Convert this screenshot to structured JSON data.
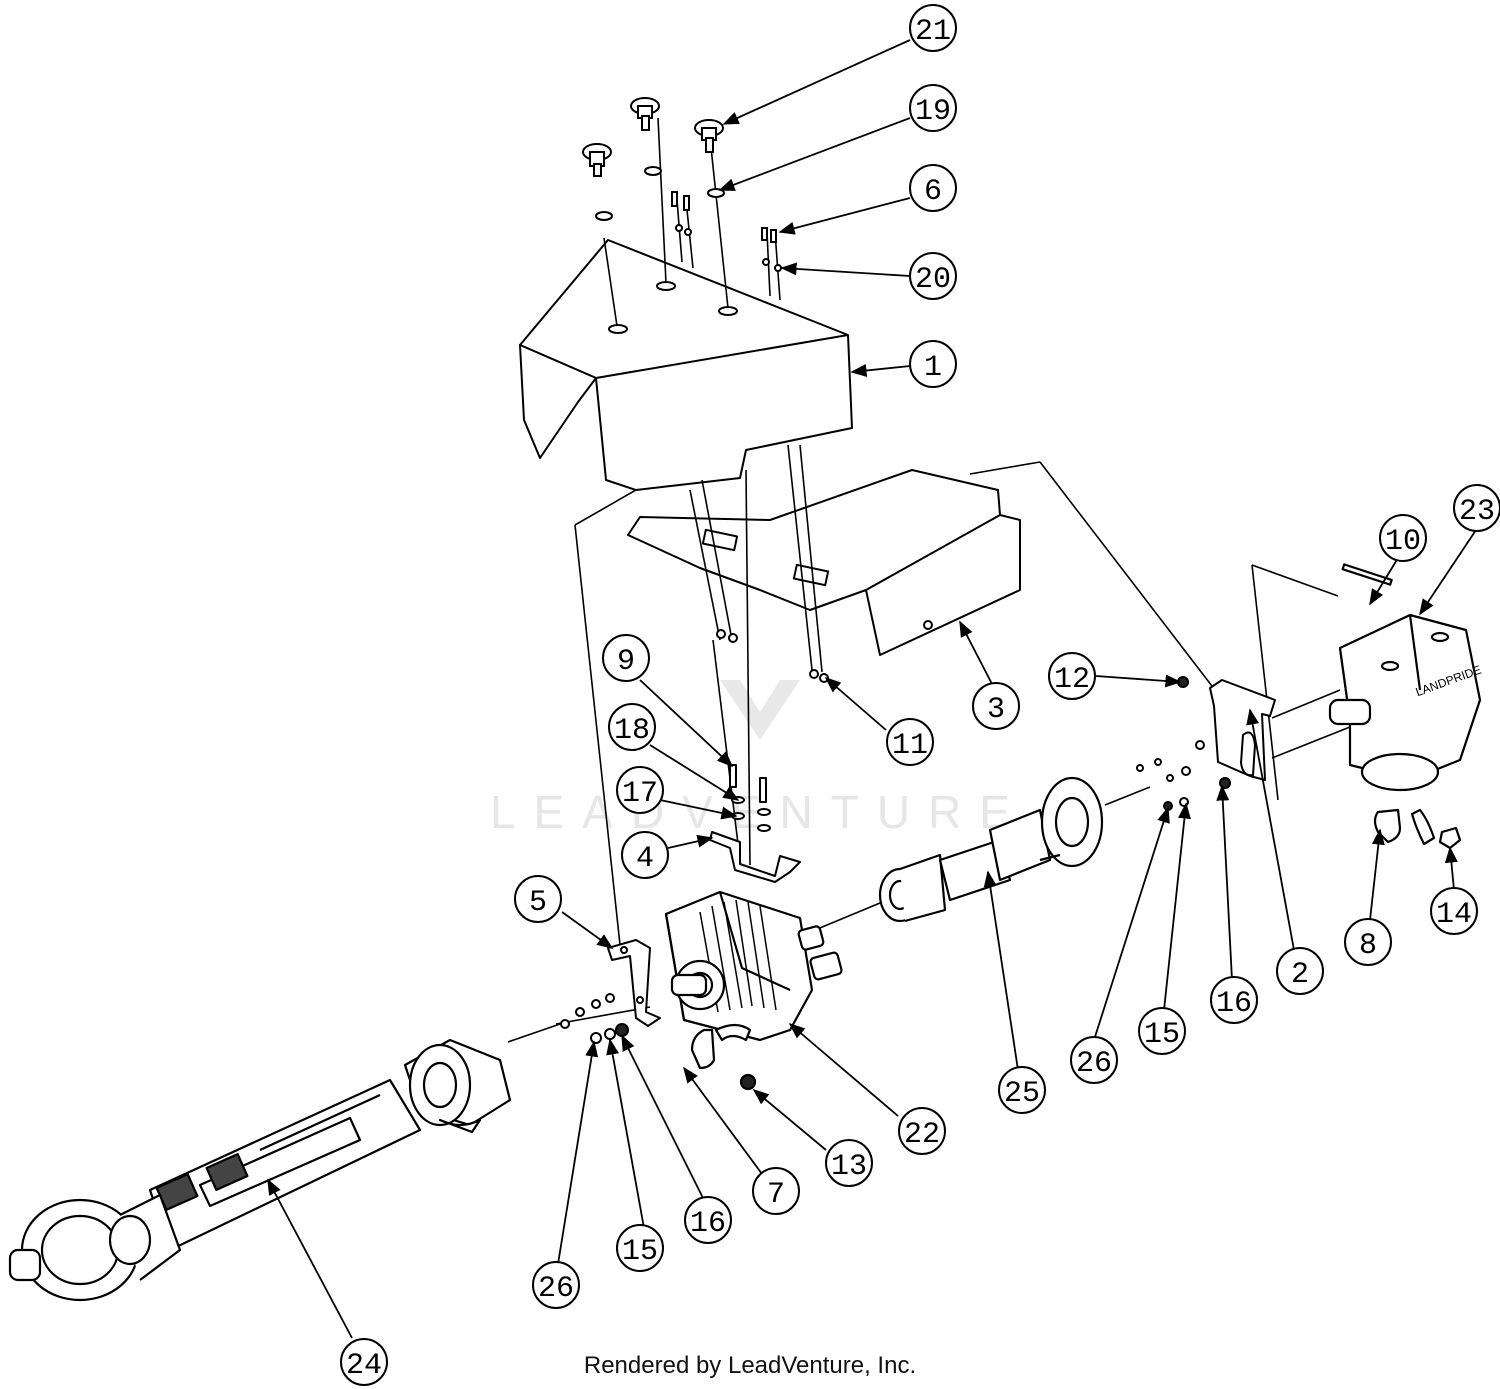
{
  "watermark": "LEADVENTURE",
  "footer": "Rendered by LeadVenture, Inc.",
  "gearbox_brand": "LANDPRIDE",
  "callouts": {
    "c21": "21",
    "c19": "19",
    "c6": "6",
    "c20": "20",
    "c1": "1",
    "c3": "3",
    "c11": "11",
    "c9": "9",
    "c18": "18",
    "c17": "17",
    "c4": "4",
    "c12": "12",
    "c10": "10",
    "c23": "23",
    "c5": "5",
    "c14": "14",
    "c8": "8",
    "c2": "2",
    "c16a": "16",
    "c15a": "15",
    "c26a": "26",
    "c25": "25",
    "c22": "22",
    "c13": "13",
    "c7": "7",
    "c16b": "16",
    "c15b": "15",
    "c26b": "26",
    "c24": "24"
  }
}
